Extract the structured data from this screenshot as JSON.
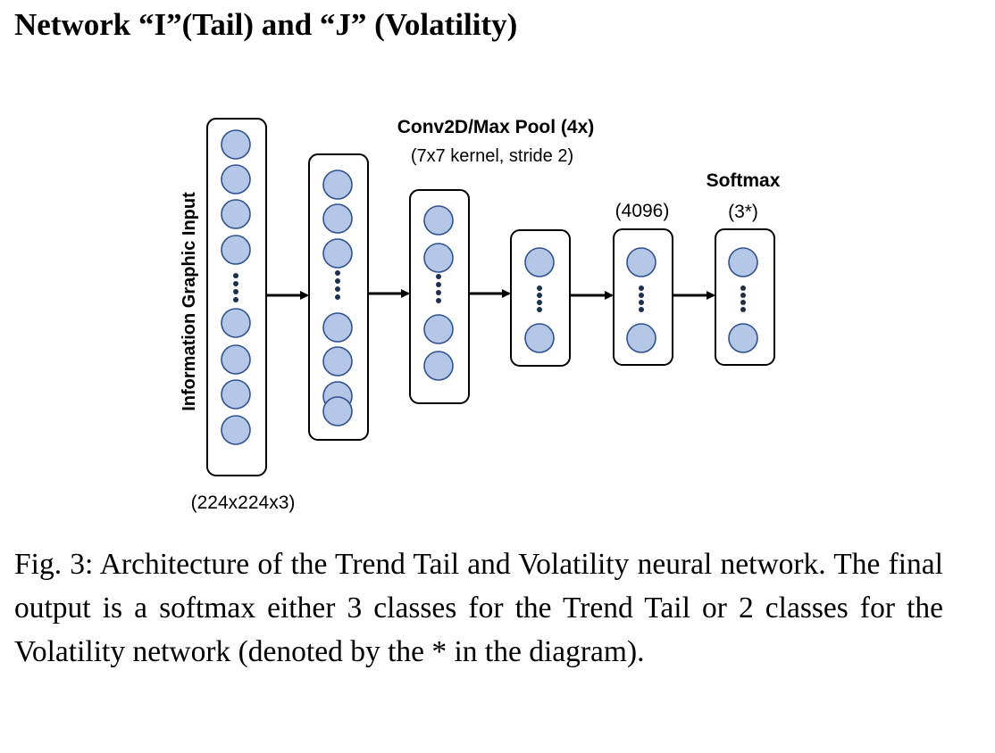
{
  "heading": "Network “I”(Tail) and “J” (Volatility)",
  "diagram": {
    "input_label": "Information Graphic Input",
    "input_size": "(224x224x3)",
    "conv_title": "Conv2D/Max Pool (4x)",
    "conv_sub": "(7x7 kernel, stride 2)",
    "fc_label": "(4096)",
    "softmax_title": "Softmax",
    "softmax_sub": "(3*)",
    "colors": {
      "node_fill": "#b4c7e7",
      "node_stroke": "#2f528f",
      "frame": "#000000"
    }
  },
  "caption": "Fig. 3: Architecture of the Trend Tail and Volatility neural network. The final output is a softmax either 3 classes for the Trend Tail or 2 classes for the Volatility network (denoted by the * in the diagram)."
}
